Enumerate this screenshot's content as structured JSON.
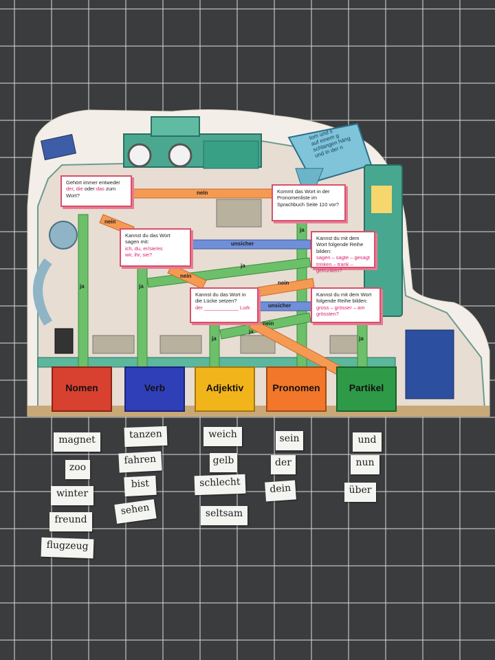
{
  "poster": {
    "corner_text": [
      "tom und s",
      "auf einem g",
      "schlangen häng",
      "und in der n"
    ],
    "questions": [
      {
        "id": "q1",
        "parts": [
          {
            "t": "Gehört immer entweder "
          },
          {
            "t": "der",
            "hl": true
          },
          {
            "t": ", "
          },
          {
            "t": "die",
            "hl": true
          },
          {
            "t": " oder "
          },
          {
            "t": "das",
            "hl": true
          },
          {
            "t": " zum Wort?"
          }
        ]
      },
      {
        "id": "q2",
        "parts": [
          {
            "t": "Kommt das Wort in der Pronomenliste im Sprachbuch Seite 110 vor?"
          }
        ]
      },
      {
        "id": "q3",
        "parts": [
          {
            "t": "Kannst du das Wort sagen mit:"
          },
          {
            "t": "ich, du, er/sie/es",
            "hl": true,
            "br": true
          },
          {
            "t": "wir, ihr, sie?",
            "hl": true,
            "br": true
          }
        ]
      },
      {
        "id": "q4",
        "parts": [
          {
            "t": "Kannst du mit dem Wort folgende Reihe bilden:"
          },
          {
            "t": "sagen – sagte – gesagt",
            "hl": true,
            "br": true
          },
          {
            "t": "trinken – trank – getrunken?",
            "hl": true,
            "br": true
          }
        ]
      },
      {
        "id": "q5",
        "parts": [
          {
            "t": "Kannst du das Wort in die Lücke setzen?"
          },
          {
            "t": "der ____________ Lurk",
            "hl": true,
            "br": true
          }
        ]
      },
      {
        "id": "q6",
        "parts": [
          {
            "t": "Kannst du mit dem Wort folgende Reihe bilden:"
          },
          {
            "t": "gross – grösser – am grössten?",
            "hl": true,
            "br": true
          }
        ]
      }
    ],
    "pipe_labels": {
      "ja": "ja",
      "nein": "nein",
      "unsicher": "unsicher"
    },
    "bins": [
      {
        "label": "Nomen",
        "color": "#d8402f"
      },
      {
        "label": "Verb",
        "color": "#2f3fb8"
      },
      {
        "label": "Adjektiv",
        "color": "#f2b41b"
      },
      {
        "label": "Pronomen",
        "color": "#f2772a"
      },
      {
        "label": "Partikel",
        "color": "#2e9a47"
      }
    ]
  },
  "word_cards": [
    {
      "text": "magnet",
      "category": "Nomen"
    },
    {
      "text": "zoo",
      "category": "Nomen"
    },
    {
      "text": "winter",
      "category": "Nomen"
    },
    {
      "text": "freund",
      "category": "Nomen"
    },
    {
      "text": "flugzeug",
      "category": "Nomen"
    },
    {
      "text": "tanzen",
      "category": "Verb"
    },
    {
      "text": "fahren",
      "category": "Verb"
    },
    {
      "text": "bist",
      "category": "Verb"
    },
    {
      "text": "sehen",
      "category": "Verb"
    },
    {
      "text": "weich",
      "category": "Adjektiv"
    },
    {
      "text": "gelb",
      "category": "Adjektiv"
    },
    {
      "text": "schlecht",
      "category": "Adjektiv"
    },
    {
      "text": "seltsam",
      "category": "Adjektiv"
    },
    {
      "text": "sein",
      "category": "Pronomen"
    },
    {
      "text": "der",
      "category": "Pronomen"
    },
    {
      "text": "dein",
      "category": "Pronomen"
    },
    {
      "text": "und",
      "category": "Partikel"
    },
    {
      "text": "nun",
      "category": "Partikel"
    },
    {
      "text": "über",
      "category": "Partikel"
    }
  ]
}
